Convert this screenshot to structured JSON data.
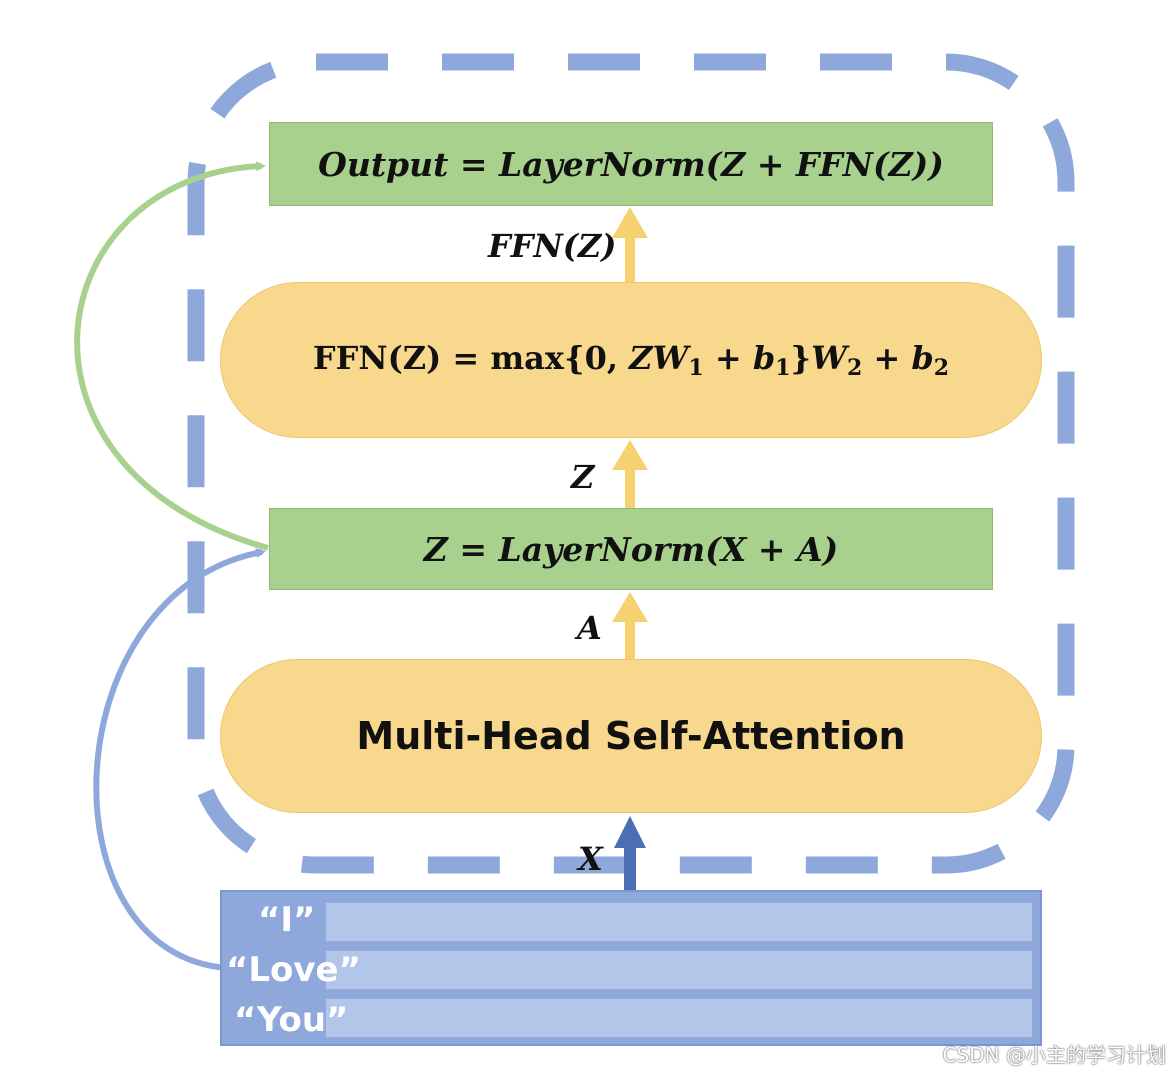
{
  "boxes": {
    "output": "Output = LayerNorm(Z + FFN(Z))",
    "ffn": {
      "prefix": "FFN(Z) = max{0, ",
      "zw": "ZW",
      "sub1": "1",
      "plus1": " + ",
      "b": "b",
      "sub2": "1",
      "close": "}",
      "w": "W",
      "sub3": "2",
      "plus2": " + ",
      "b2": "b",
      "sub4": "2"
    },
    "z_norm": "Z = LayerNorm(X + A)",
    "attention": "Multi-Head Self-Attention"
  },
  "labels": {
    "ffn_z": "FFN(Z)",
    "z": "Z",
    "a": "A",
    "x": "X"
  },
  "input_words": [
    "“I”",
    "“Love”",
    "“You”"
  ],
  "watermark": "CSDN @小主的学习计划",
  "colors": {
    "dashed_border": "#8fa8dc",
    "green_box": "#a9d18e",
    "yellow_box": "#f8d88c",
    "yellow_arrow": "#f6d16f",
    "blue_arrow": "#4a6fb5",
    "residual_green": "#a9d18e",
    "residual_blue": "#8fa8dc"
  }
}
